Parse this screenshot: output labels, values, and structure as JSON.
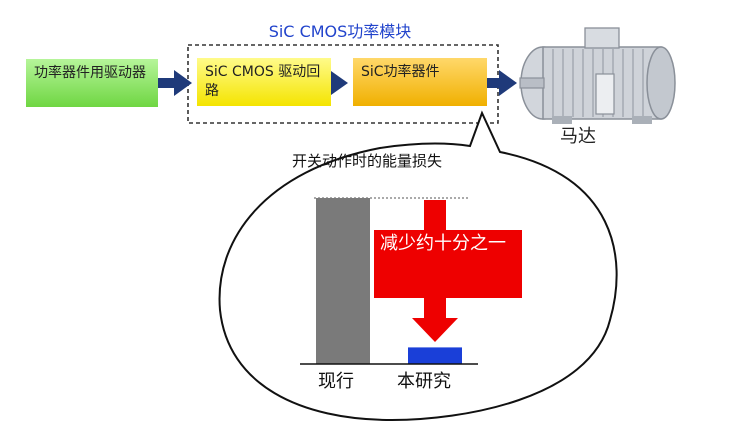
{
  "module_title": "SiC CMOS功率模块",
  "blocks": [
    {
      "label": "功率器件用驱动器",
      "color": "#6fd642"
    },
    {
      "label": "SiC CMOS 驱动回路",
      "color": "#f4e400"
    },
    {
      "label": "SiC功率器件",
      "color": "#f0b000"
    }
  ],
  "motor_label": "马达",
  "bubble_title": "开关动作时的能量损失",
  "reduction_text": "减少约十分之一",
  "bars": [
    {
      "label": "现行",
      "value": 10,
      "color": "#7a7a7a"
    },
    {
      "label": "本研究",
      "value": 1,
      "color": "#1a3fd8"
    }
  ],
  "colors": {
    "arrow": "#1f3a7a",
    "module_border": "#333333",
    "reduction": "#ee0000"
  }
}
